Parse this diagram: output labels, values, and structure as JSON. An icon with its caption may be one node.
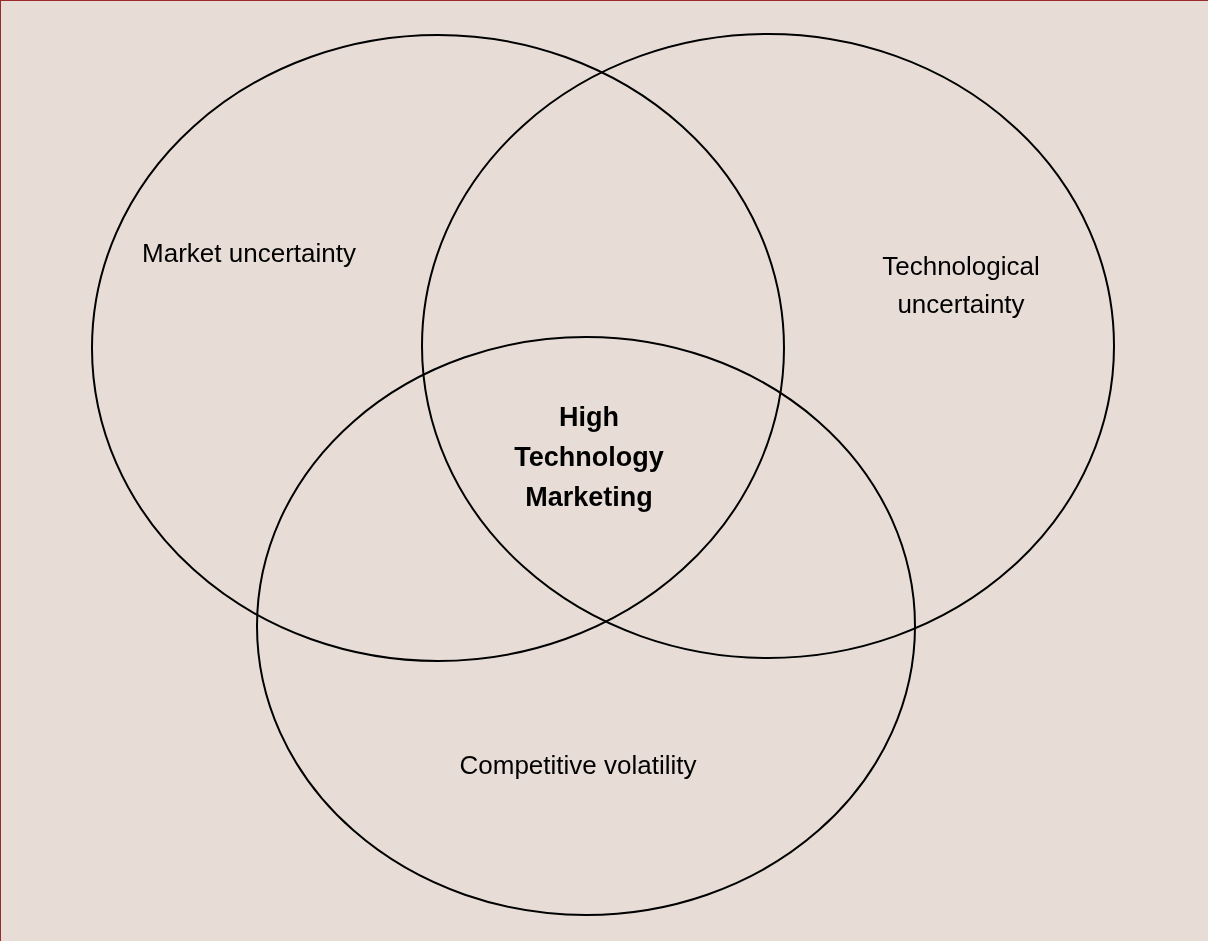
{
  "diagram": {
    "nodes": [
      {
        "text": [
          "Market uncertainty"
        ]
      },
      {
        "text": [
          "Technological uncertainty"
        ]
      },
      {
        "text": [
          "Competitive volatility"
        ]
      }
    ],
    "edges": [],
    "labels": [
      "High Technology Marketing"
    ]
  }
}
